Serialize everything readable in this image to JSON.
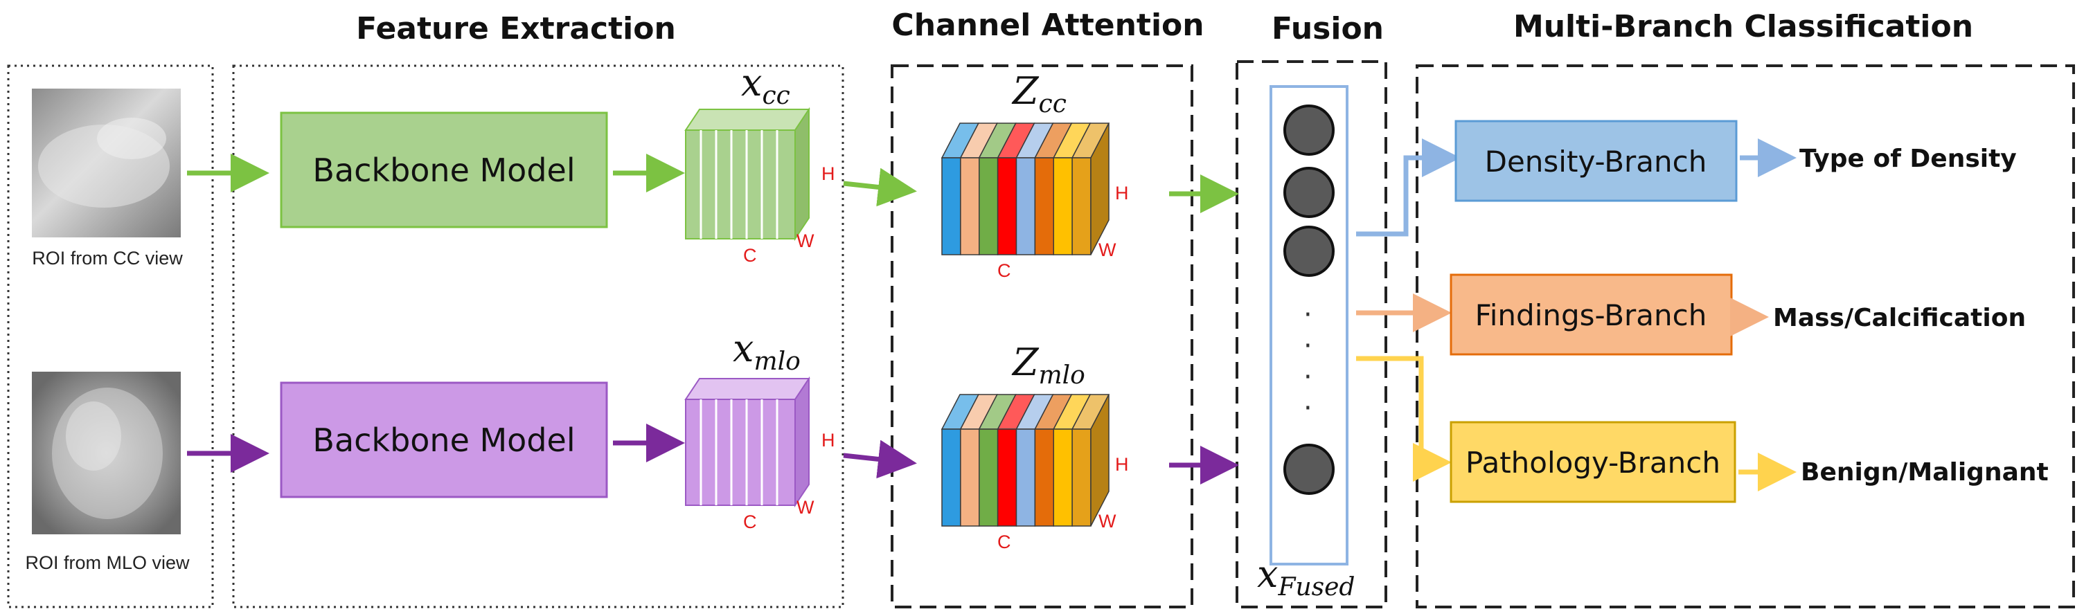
{
  "titles": {
    "feature_extraction": "Feature Extraction",
    "channel_attention": "Channel Attention",
    "fusion": "Fusion",
    "multi_branch": "Multi-Branch Classification"
  },
  "inputs": {
    "cc_caption": "ROI from CC view",
    "mlo_caption": "ROI from MLO view"
  },
  "backbone": {
    "top_label": "Backbone Model",
    "bottom_label": "Backbone Model"
  },
  "features": {
    "x_cc_base": "x",
    "x_cc_sub": "cc",
    "x_mlo_base": "x",
    "x_mlo_sub": "mlo",
    "z_cc_base": "Z",
    "z_cc_sub": "cc",
    "z_mlo_base": "Z",
    "z_mlo_sub": "mlo",
    "x_fused_base": "x",
    "x_fused_sub": "Fused"
  },
  "dims": {
    "h": "H",
    "w": "W",
    "c": "C"
  },
  "fusion": {
    "dots": "·"
  },
  "branches": {
    "density": "Density-Branch",
    "findings": "Findings-Branch",
    "pathology": "Pathology-Branch"
  },
  "outputs": {
    "density": "Type of Density",
    "findings": "Mass/Calcification",
    "pathology": "Benign/Malignant"
  },
  "colors": {
    "green_fill": "#a9d18e",
    "green_arrow": "#7cc242",
    "purple_fill": "#cc99e6",
    "purple_arrow": "#7b2a9b",
    "density_fill": "#9dc3e6",
    "density_arrow": "#8eb4e3",
    "findings_fill": "#f8b98a",
    "findings_arrow": "#f4b183",
    "pathology_fill": "#ffd966",
    "pathology_arrow": "#ffd34e",
    "dim_label": "#e31b1b",
    "attention_strips": [
      "#2e9be0",
      "#f4b183",
      "#70ad47",
      "#ff0000",
      "#8eb4e3",
      "#e46c0a",
      "#ffc000",
      "#e5a11a"
    ]
  }
}
